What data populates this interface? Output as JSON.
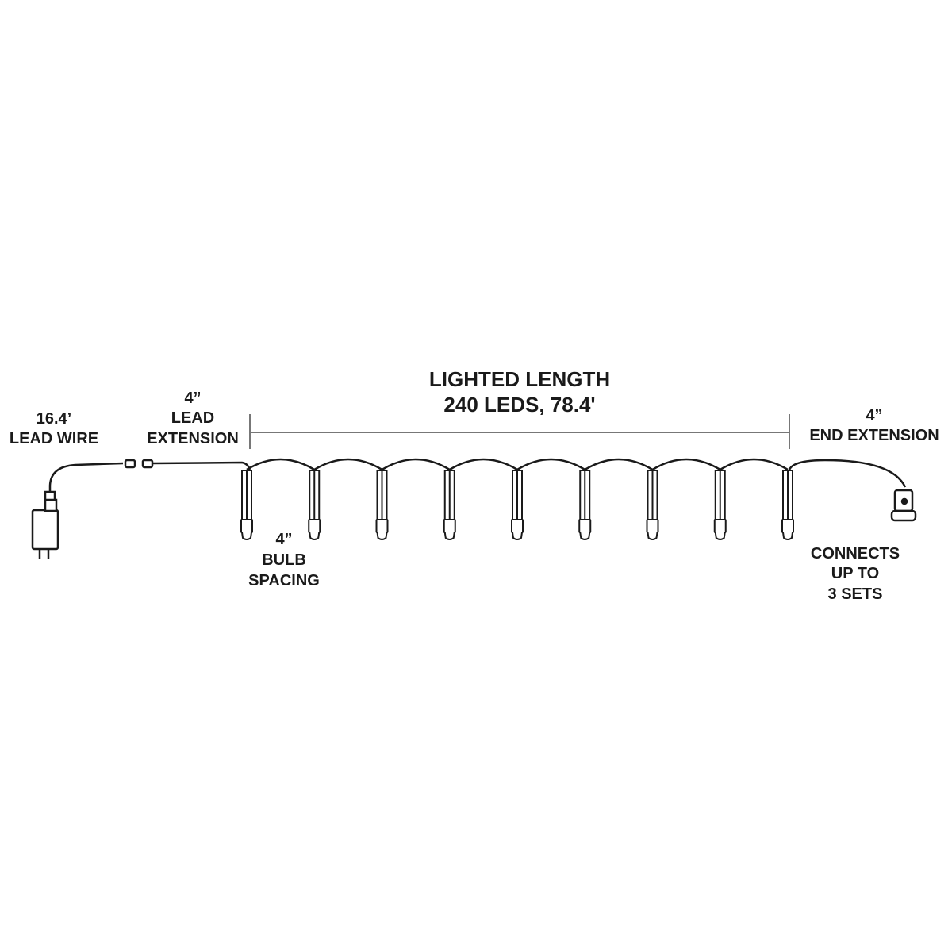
{
  "labels": {
    "lighted_length": {
      "title": "LIGHTED LENGTH",
      "detail": "240 LEDS, 78.4'"
    },
    "lead_wire": {
      "length": "16.4’",
      "name": "LEAD WIRE"
    },
    "lead_extension": {
      "length": "4”",
      "line1": "LEAD",
      "line2": "EXTENSION"
    },
    "end_extension": {
      "length": "4”",
      "name": "END EXTENSION"
    },
    "bulb_spacing": {
      "length": "4”",
      "line1": "BULB",
      "line2": "SPACING"
    },
    "connects": {
      "line1": "CONNECTS",
      "line2": "UP TO",
      "line3": "3 SETS"
    }
  },
  "bulb_count_shown": 9,
  "colors": {
    "line": "#1a1a1a",
    "dimension": "#777777"
  }
}
